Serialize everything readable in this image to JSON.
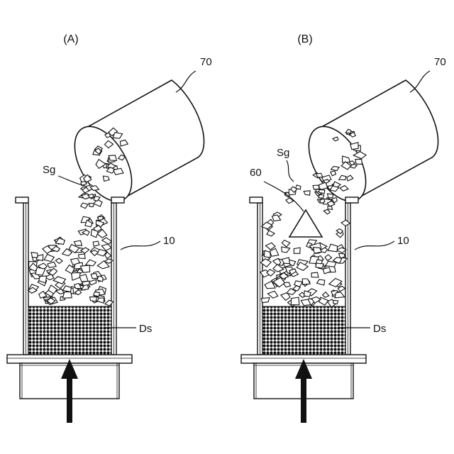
{
  "panels": [
    {
      "id": "A",
      "title": "(A)",
      "labels": {
        "drum": "70",
        "granules": "Sg",
        "vessel": "10",
        "layer": "Ds"
      }
    },
    {
      "id": "B",
      "title": "(B)",
      "labels": {
        "drum": "70",
        "granules": "Sg",
        "vessel": "10",
        "layer": "Ds",
        "void": "60"
      }
    }
  ],
  "colors": {
    "ink": "#111111",
    "paper": "#ffffff"
  }
}
